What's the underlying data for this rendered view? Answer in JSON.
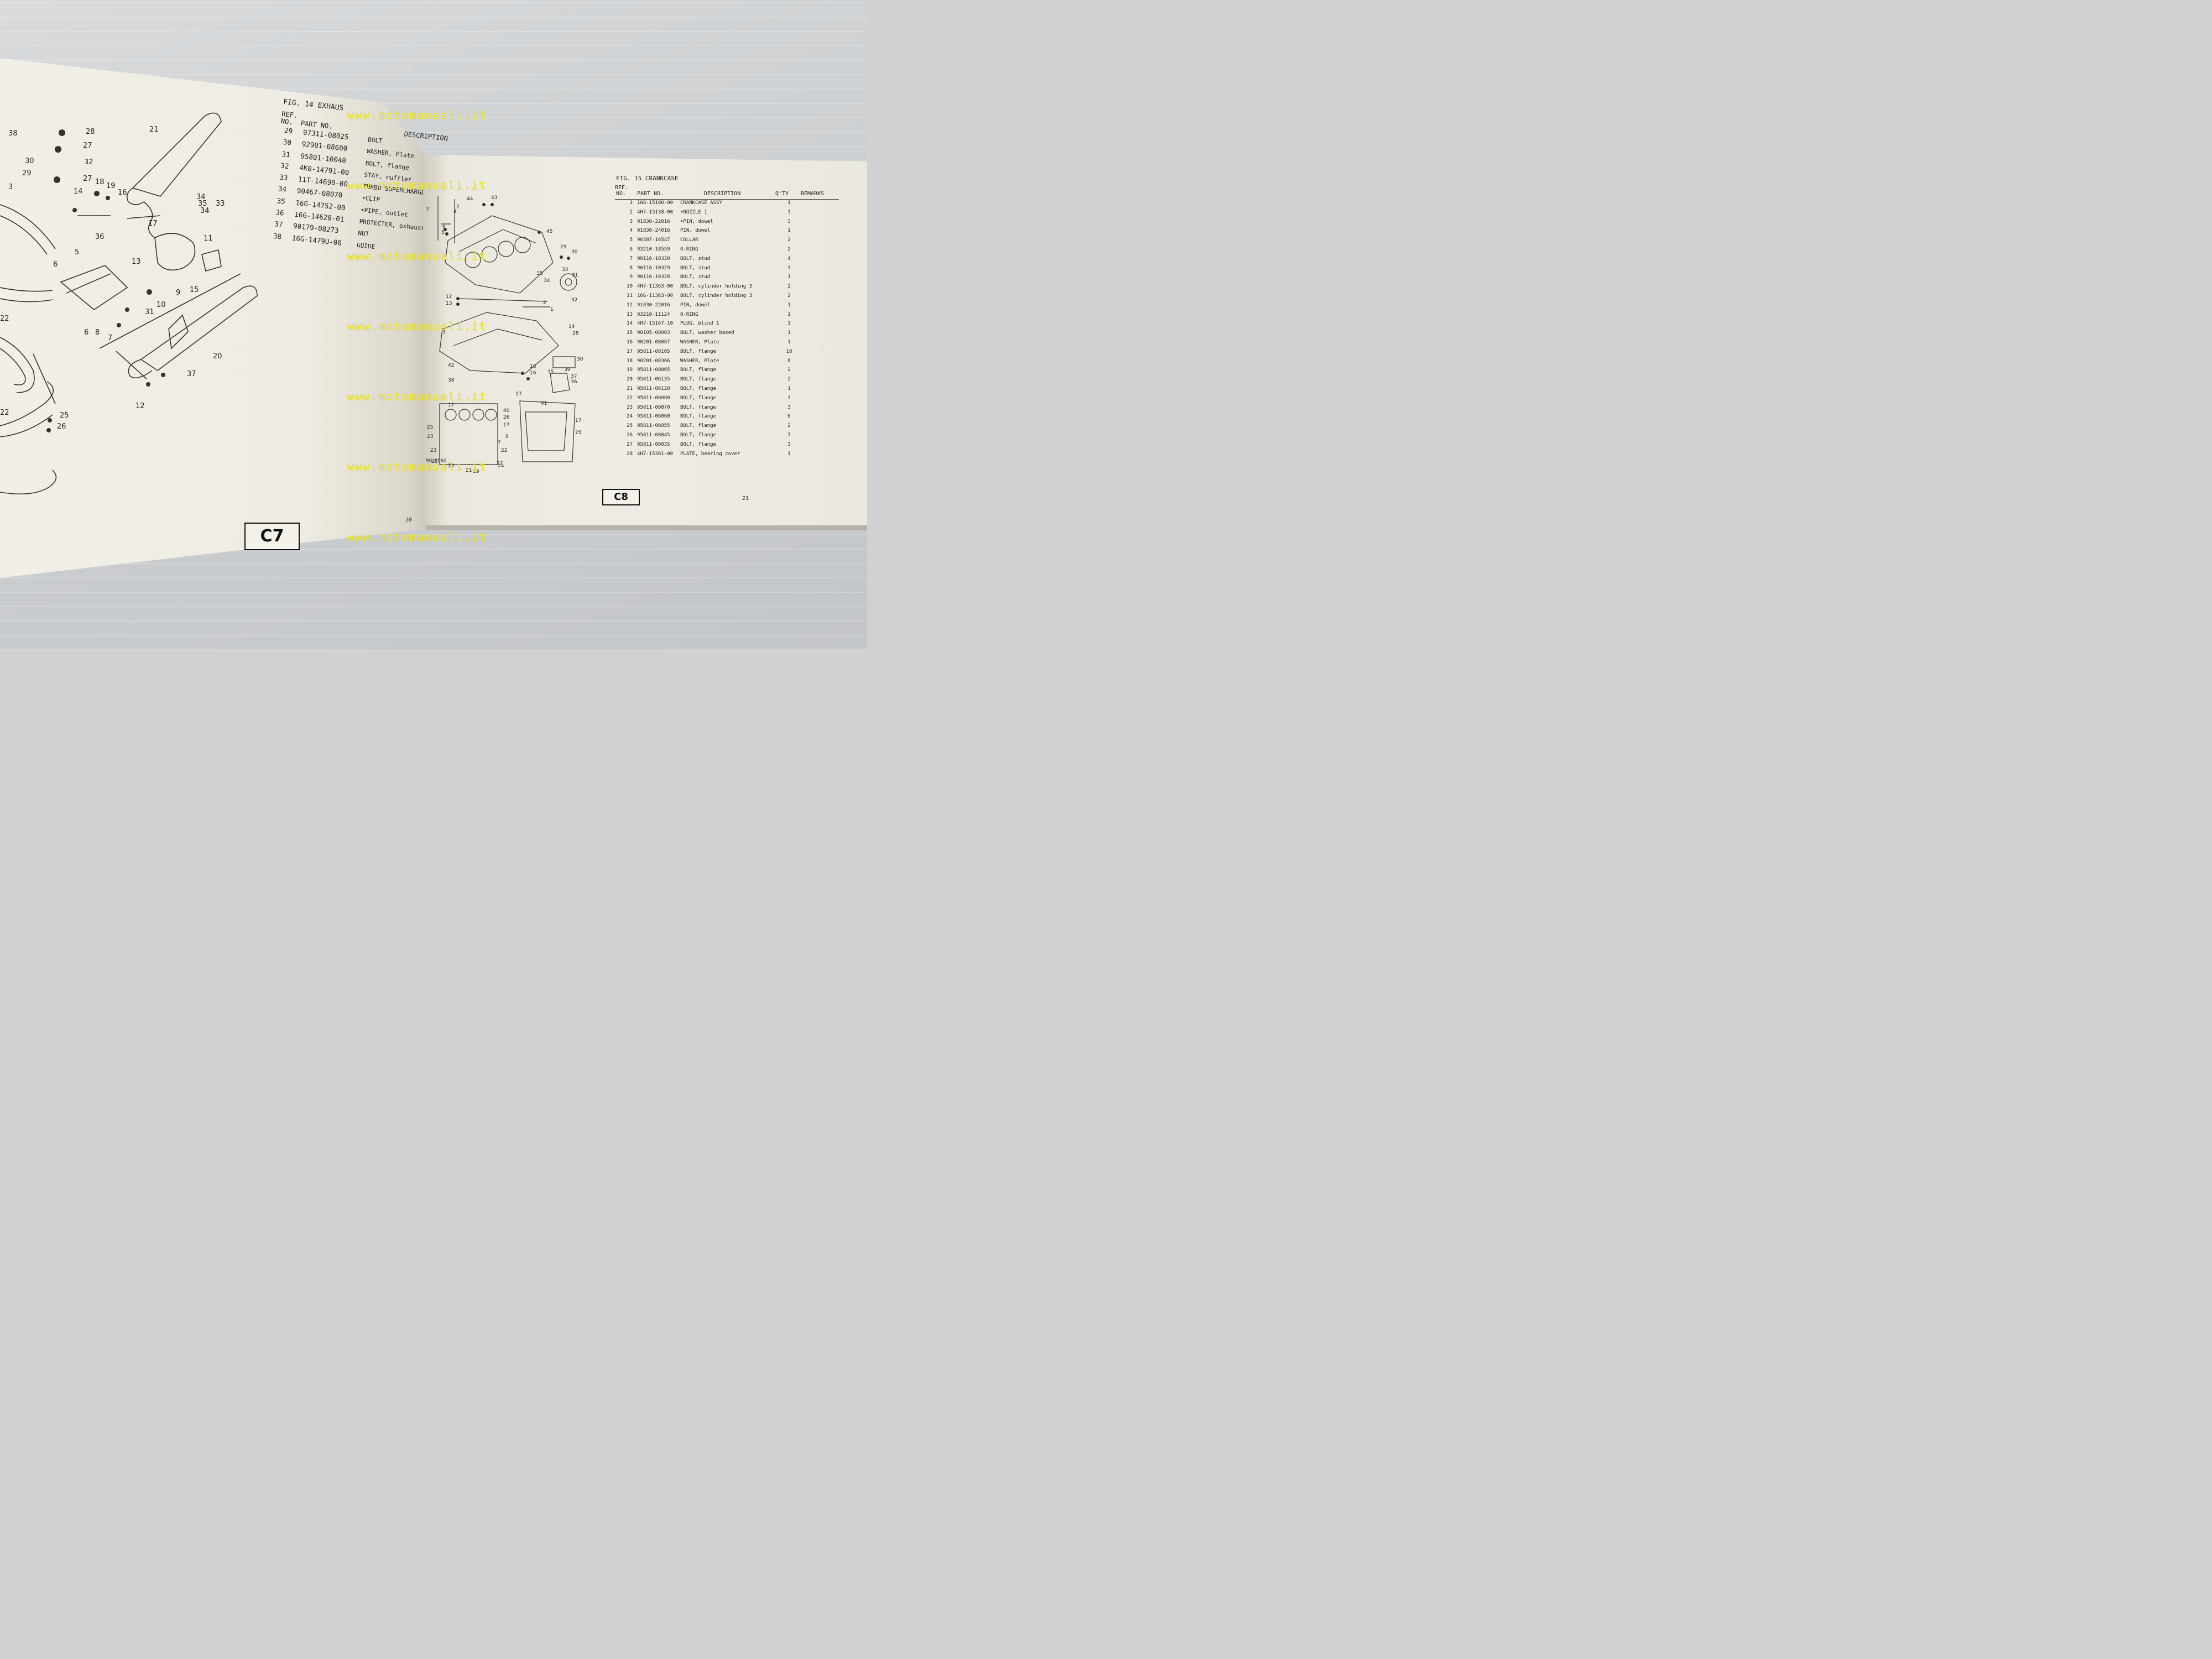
{
  "left_page": {
    "fig_title": "FIG. 14  EXHAUS",
    "header": {
      "ref": "REF.",
      "no": "NO.",
      "part_no": "PART NO.",
      "description": "DESCRIPTION"
    },
    "rows": [
      {
        "ref": "29",
        "part_no": "97311-08025",
        "desc": "BOLT"
      },
      {
        "ref": "30",
        "part_no": "92901-08600",
        "desc": "WASHER, Plate"
      },
      {
        "ref": "31",
        "part_no": "95801-10040",
        "desc": "BOLT, flange"
      },
      {
        "ref": "32",
        "part_no": "4K0-14791-00",
        "desc": "STAY, muffler"
      },
      {
        "ref": "33",
        "part_no": "11T-14690-00",
        "desc": "TURBO SUPERCHARGER ASSY"
      },
      {
        "ref": "34",
        "part_no": "90467-08070",
        "desc": "•CLIP"
      },
      {
        "ref": "35",
        "part_no": "16G-14752-00",
        "desc": "•PIPE, outlet"
      },
      {
        "ref": "36",
        "part_no": "16G-14628-01",
        "desc": "PROTECTER, exhaust Pipe"
      },
      {
        "ref": "37",
        "part_no": "90179-08273",
        "desc": "NUT"
      },
      {
        "ref": "38",
        "part_no": "16G-1479U-00",
        "desc": "GUIDE"
      }
    ],
    "diagram_labels": [
      "38",
      "28",
      "27",
      "30",
      "32",
      "29",
      "27",
      "21",
      "18",
      "19",
      "16",
      "14",
      "34",
      "35",
      "33",
      "34",
      "36",
      "17",
      "3",
      "11",
      "13",
      "5",
      "10",
      "9",
      "15",
      "6",
      "31",
      "20",
      "6",
      "8",
      "7",
      "22",
      "37",
      "12",
      "22",
      "25",
      "26"
    ],
    "page_box": "C7",
    "page_number": "20"
  },
  "right_page": {
    "fig_title": "FIG. 15  CRANKCASE",
    "header": {
      "ref": "REF.",
      "no": "NO.",
      "part_no": "PART NO.",
      "description": "DESCRIPTION",
      "qty": "Q'TY",
      "remarks": "REMARKS"
    },
    "rows": [
      {
        "ref": "1",
        "part_no": "16G-15100-00",
        "desc": "CRANKCASE ASSY",
        "qty": "1"
      },
      {
        "ref": "2",
        "part_no": "4H7-15138-00",
        "desc": "•NOZZLE 1",
        "qty": "3"
      },
      {
        "ref": "3",
        "part_no": "91830-22016",
        "desc": "•PIN, dowel",
        "qty": "3"
      },
      {
        "ref": "4",
        "part_no": "91830-24016",
        "desc": "PIN, dowel",
        "qty": "1"
      },
      {
        "ref": "5",
        "part_no": "90387-16547",
        "desc": "COLLAR",
        "qty": "2"
      },
      {
        "ref": "6",
        "part_no": "93210-18559",
        "desc": "O-RING",
        "qty": "2"
      },
      {
        "ref": "7",
        "part_no": "90116-10330",
        "desc": "BOLT, stud",
        "qty": "4"
      },
      {
        "ref": "8",
        "part_no": "90116-10329",
        "desc": "BOLT, stud",
        "qty": "3"
      },
      {
        "ref": "9",
        "part_no": "90116-10328",
        "desc": "BOLT, stud",
        "qty": "1"
      },
      {
        "ref": "10",
        "part_no": "4H7-11363-00",
        "desc": "BOLT, cylinder holding 3",
        "qty": "2"
      },
      {
        "ref": "11",
        "part_no": "16G-11363-00",
        "desc": "BOLT, cylinder holding 3",
        "qty": "2"
      },
      {
        "ref": "12",
        "part_no": "91830-22016",
        "desc": "PIN, dowel",
        "qty": "1"
      },
      {
        "ref": "13",
        "part_no": "93210-11124",
        "desc": "O-RING",
        "qty": "1"
      },
      {
        "ref": "14",
        "part_no": "4H7-15167-10",
        "desc": "PLUG, blind 1",
        "qty": "1"
      },
      {
        "ref": "15",
        "part_no": "90105-08003",
        "desc": "BOLT, washer based",
        "qty": "1"
      },
      {
        "ref": "16",
        "part_no": "90201-08087",
        "desc": "WASHER, Plate",
        "qty": "1"
      },
      {
        "ref": "17",
        "part_no": "95811-08105",
        "desc": "BOLT, flange",
        "qty": "10"
      },
      {
        "ref": "18",
        "part_no": "90201-08366",
        "desc": "WASHER, Plate",
        "qty": "8"
      },
      {
        "ref": "19",
        "part_no": "95811-08065",
        "desc": "BOLT, flange",
        "qty": "2"
      },
      {
        "ref": "20",
        "part_no": "95811-06135",
        "desc": "BOLT, flange",
        "qty": "2"
      },
      {
        "ref": "21",
        "part_no": "95811-06120",
        "desc": "BOLT, flange",
        "qty": "1"
      },
      {
        "ref": "22",
        "part_no": "95811-06080",
        "desc": "BOLT, flange",
        "qty": "3"
      },
      {
        "ref": "23",
        "part_no": "95811-06070",
        "desc": "BOLT, flange",
        "qty": "3"
      },
      {
        "ref": "24",
        "part_no": "95811-06060",
        "desc": "BOLT, flange",
        "qty": "6"
      },
      {
        "ref": "25",
        "part_no": "95811-06055",
        "desc": "BOLT, flange",
        "qty": "2"
      },
      {
        "ref": "26",
        "part_no": "95811-08045",
        "desc": "BOLT, flange",
        "qty": "7"
      },
      {
        "ref": "27",
        "part_no": "95811-06035",
        "desc": "BOLT, flange",
        "qty": "3"
      },
      {
        "ref": "28",
        "part_no": "4H7-15381-00",
        "desc": "PLATE, bearing cover",
        "qty": "1"
      }
    ],
    "diagram_labels": [
      "44",
      "43",
      "7",
      "7",
      "45",
      "4",
      "6",
      "5",
      "29",
      "30",
      "33",
      "31",
      "35",
      "34",
      "32",
      "12",
      "13",
      "2",
      "1",
      "3",
      "14",
      "28",
      "30",
      "42",
      "18",
      "16",
      "15",
      "39",
      "37",
      "36",
      "38",
      "17",
      "41",
      "40",
      "26",
      "17",
      "17",
      "25",
      "25",
      "17",
      "7",
      "8",
      "23",
      "22",
      "23",
      "27",
      "21",
      "20",
      "19",
      "24",
      "25",
      "90-2160"
    ],
    "page_box": "C8",
    "page_number": "21"
  },
  "watermark": {
    "text": "www.motomanuali.it",
    "color": "#f5ee1f",
    "count": 7
  }
}
